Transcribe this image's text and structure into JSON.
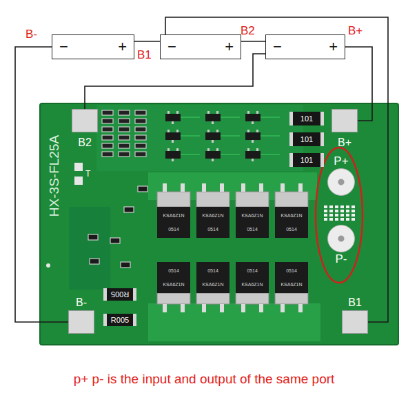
{
  "diagram": {
    "caption": "p+ p- is the input and output of the same port",
    "nodes": [
      {
        "text": [
          "−",
          "+"
        ]
      },
      {
        "text": [
          "−",
          "+"
        ]
      },
      {
        "text": [
          "−",
          "+"
        ]
      },
      {
        "text": [
          "HX-3S-FL25A"
        ]
      },
      {
        "text": [
          "B2"
        ],
        "in": 3
      },
      {
        "text": [
          "B+"
        ],
        "in": 3
      },
      {
        "text": [
          "101"
        ],
        "in": 3
      },
      {
        "text": [
          "101"
        ],
        "in": 3
      },
      {
        "text": [
          "101"
        ],
        "in": 3
      },
      {
        "text": [
          "P+"
        ],
        "in": 3
      },
      {
        "text": [
          "KSA6Z1N",
          "0514"
        ],
        "in": 3
      },
      {
        "text": [
          "KSA6Z1N",
          "0514"
        ],
        "in": 3
      },
      {
        "text": [
          "KSA6Z1N",
          "0514"
        ],
        "in": 3
      },
      {
        "text": [
          "KSA6Z1N",
          "0514"
        ],
        "in": 3
      },
      {
        "text": [
          "P-"
        ],
        "in": 3
      },
      {
        "text": [
          "0514",
          "KSA6Z1N"
        ],
        "in": 3
      },
      {
        "text": [
          "0514",
          "KSA6Z1N"
        ],
        "in": 3
      },
      {
        "text": [
          "0514",
          "KSA6Z1N"
        ],
        "in": 3
      },
      {
        "text": [
          "0514",
          "KSA6Z1N"
        ],
        "in": 3
      },
      {
        "text": [
          "R005"
        ],
        "in": 3
      },
      {
        "text": [
          "R005"
        ],
        "in": 3
      },
      {
        "text": [
          "B-"
        ],
        "in": 3
      },
      {
        "text": [
          "B1"
        ],
        "in": 3
      }
    ],
    "edges": [
      {
        "from": 0,
        "to": 1,
        "arrow": "none"
      },
      {
        "from": 1,
        "to": 2,
        "arrow": "none"
      },
      {
        "from": 0,
        "to": 21,
        "arrow": "none"
      },
      {
        "from": 1,
        "to": 22,
        "arrow": "none"
      },
      {
        "from": 2,
        "to": 4,
        "arrow": "none"
      },
      {
        "from": 2,
        "to": 5,
        "arrow": "none"
      }
    ],
    "labels": [
      "B-",
      "B1",
      "B2",
      "B+",
      "T"
    ]
  }
}
